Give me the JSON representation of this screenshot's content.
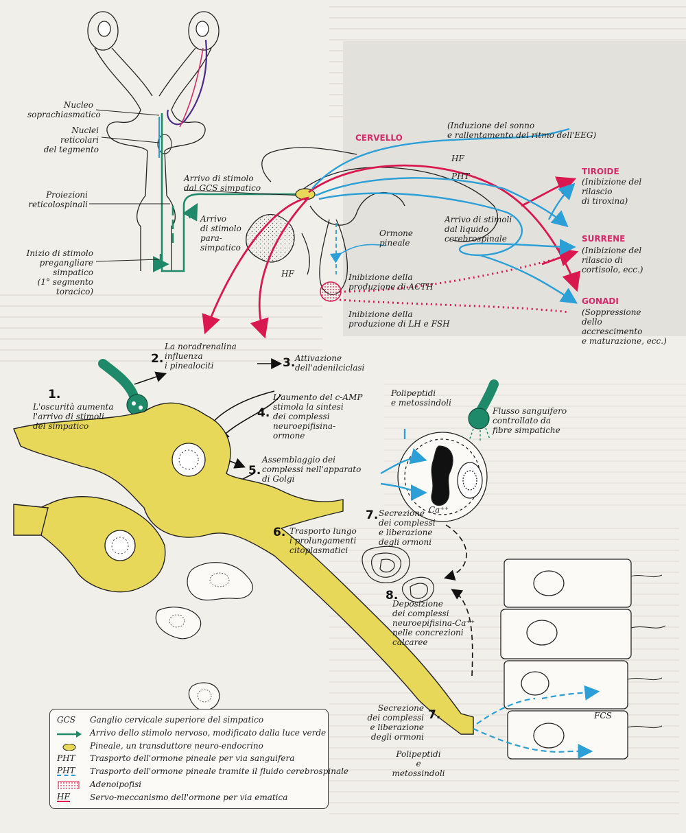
{
  "colors": {
    "green": "#1f8a6a",
    "blue": "#2b9fd6",
    "red": "#d8184e",
    "magenta": "#d42b6b",
    "purple": "#4a2c8a",
    "yellow": "#e8d85a",
    "ink": "#1d1d1d"
  },
  "labels": {
    "nucleo": "Nucleo\nsoprachiasmatico",
    "nuclei": "Nuclei\nreticolari\ndel tegmento",
    "proiezioni": "Proiezioni\nreticolospinali",
    "inizio": "Inizio di stimolo\npregangliare simpatico\n(1° segmento toracico)",
    "arrivo_gcs": "Arrivo di stimolo\ndal GCS simpatico",
    "arrivo_para": "Arrivo\ndi stimolo\npara-\nsimpatico",
    "hf_left": "HF",
    "ormone": "Ormone\npineale",
    "arrivo_liquido": "Arrivo di stimoli\ndal liquido\ncerebrospinale",
    "inib_acth": "Inibizione della\nproduzione di ACTH",
    "inib_lh": "Inibizione della\nproduzione di LH e FSH",
    "induzione": "(Induzione del sonno\ne rallentamento del ritmo dell'EEG)",
    "hf_right": "HF",
    "pht": "PHT",
    "tiroide_note": "(Inibizione del\nrilascio\ndi tiroxina)",
    "surrene_note": "(Inibizione del\nrilascio di\ncortisolo, ecc.)",
    "gonadi_note": "(Soppressione\ndello\naccrescimento\ne maturazione, ecc.)",
    "step1": "L'oscurità aumenta\nl'arrivo di stimoli\ndel simpatico",
    "step2": "La noradrenalina\ninfluenza\ni pinealociti",
    "step3": "Attivazione\ndell'adenilciclasi",
    "step4": "L'aumento del c-AMP\nstimola la sintesi\ndei complessi\nneuroepifisina-\normone",
    "step5": "Assemblaggio dei\ncomplessi nell'apparato\ndi Golgi",
    "step6": "Trasporto lungo\ni prolungamenti\ncitoplasmatici",
    "step7a": "Secrezione\ndei complessi\ne liberazione\ndegli ormoni",
    "step8": "Deposizione\ndei complessi\nneuroepifisina-Ca⁺⁺\nnelle concrezioni\ncalcaree",
    "step7b": "Secrezione\ndei complessi\ne liberazione\ndegli ormoni",
    "polipeptidi_top": "Polipeptidi\ne metossindoli",
    "flusso": "Flusso sanguifero\ncontrollato da\nfibre simpatiche",
    "polipeptidi_bottom": "Polipeptidi\ne\nmetossindoli",
    "ca": "Ca⁺⁺",
    "fcs": "FCS"
  },
  "organs": {
    "cervello": "CERVELLO",
    "tiroide": "TIROIDE",
    "surrene": "SURRENE",
    "gonadi": "GONADI"
  },
  "steps": {
    "n1": "1.",
    "n2": "2.",
    "n3": "3.",
    "n4": "4.",
    "n5": "5.",
    "n6": "6.",
    "n7a": "7.",
    "n8": "8.",
    "n7b": "7."
  },
  "legend": [
    {
      "key": "GCS",
      "text": "Ganglio cervicale superiore del simpatico",
      "symbol": "text"
    },
    {
      "key": "",
      "text": "Arrivo dello stimolo nervoso, modificato dalla luce verde",
      "symbol": "green-arrow"
    },
    {
      "key": "",
      "text": "Pineale, un transduttore neuro-endocrino",
      "symbol": "pineal"
    },
    {
      "key": "PHT",
      "text": "Trasporto dell'ormone pineale per via sanguifera",
      "symbol": "text"
    },
    {
      "key": "PHT",
      "text": "Trasporto dell'ormone pineale tramite il fluido cerebrospinale",
      "symbol": "text-blue-dash"
    },
    {
      "key": "",
      "text": "Adenoipofisi",
      "symbol": "dotted-box"
    },
    {
      "key": "HF",
      "text": "Servo-meccanismo dell'ormone per via ematica",
      "symbol": "text-red-arrow"
    }
  ]
}
